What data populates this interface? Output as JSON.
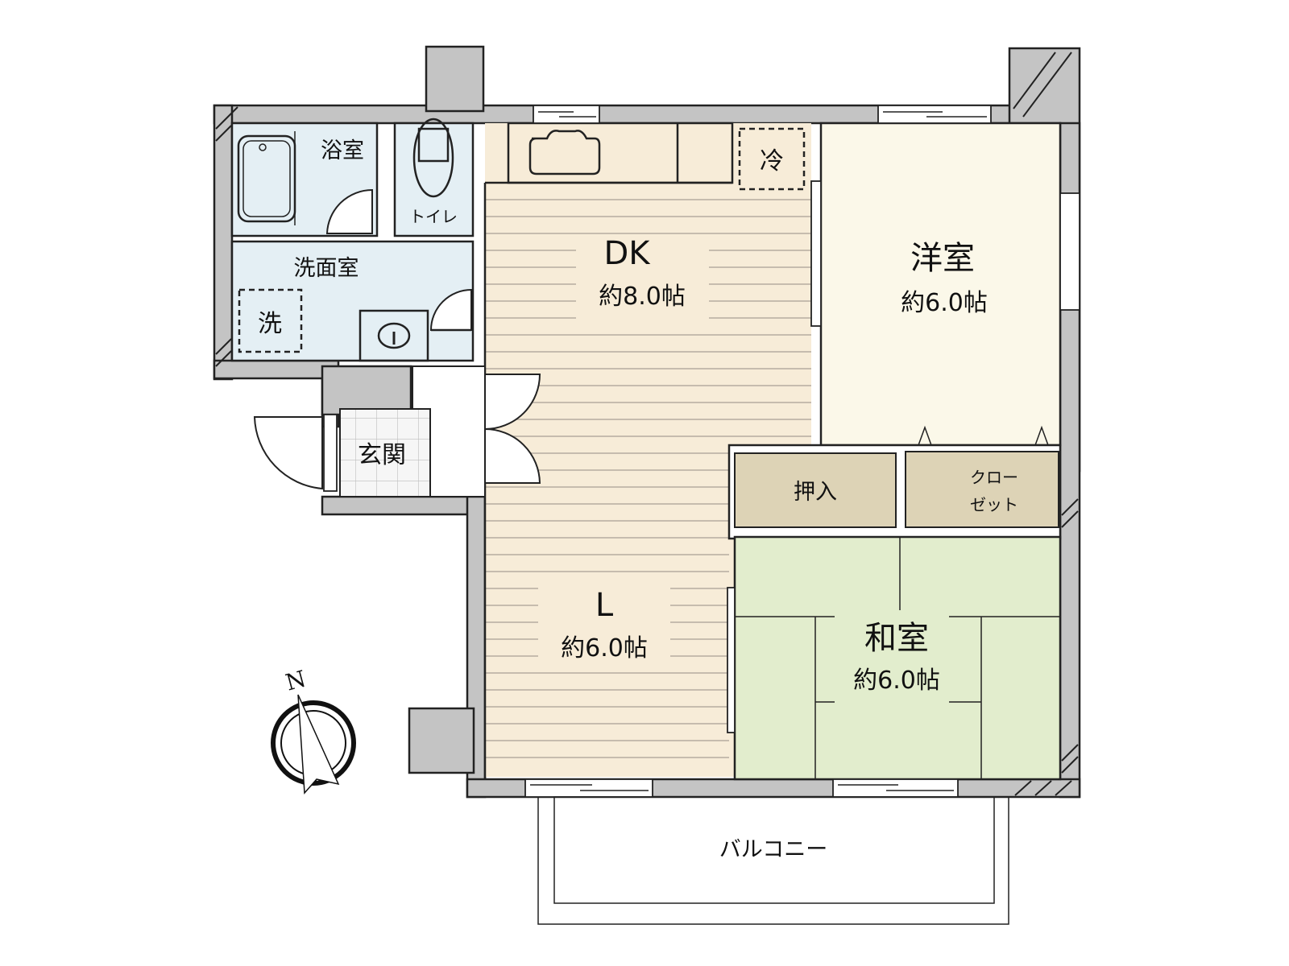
{
  "floorplan": {
    "colors": {
      "wall": "#c4c4c4",
      "wet_area": "#e4eff4",
      "flooring": "#f7ecd8",
      "western_room": "#fbf8e9",
      "storage": "#ddd3b6",
      "tatami": "#e2edcd",
      "entrance_tile": "#f4f4f4"
    },
    "rooms": {
      "bathroom": {
        "label": "浴室"
      },
      "toilet": {
        "label": "トイレ"
      },
      "washroom": {
        "label": "洗面室"
      },
      "washer": {
        "label": "洗"
      },
      "refrigerator": {
        "label": "冷"
      },
      "dk": {
        "label": "DK",
        "size": "約8.0帖"
      },
      "western": {
        "label": "洋室",
        "size": "約6.0帖"
      },
      "oshiire": {
        "label": "押入"
      },
      "closet": {
        "label_line1": "クロー",
        "label_line2": "ゼット"
      },
      "living": {
        "label": "L",
        "size": "約6.0帖"
      },
      "japanese": {
        "label": "和室",
        "size": "約6.0帖"
      },
      "entrance": {
        "label": "玄関"
      },
      "balcony": {
        "label": "バルコニー"
      }
    },
    "compass": {
      "label": "N"
    }
  }
}
